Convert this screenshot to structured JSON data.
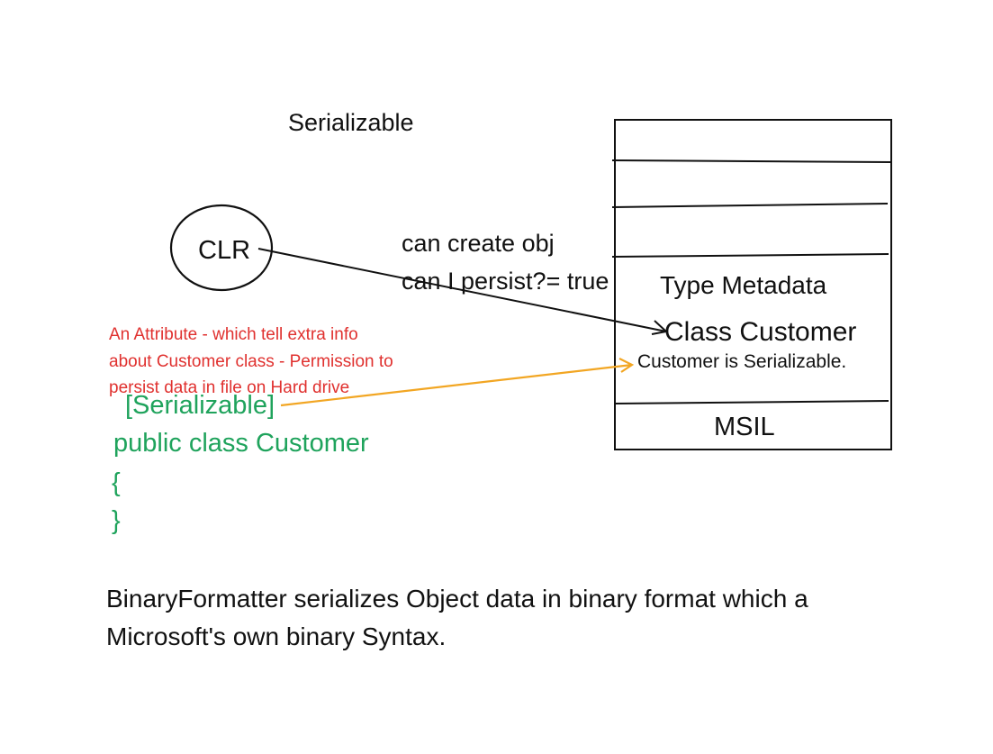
{
  "diagram": {
    "title": "Serializable",
    "clr_label": "CLR",
    "notes": [
      "can create obj",
      "can I persist?= true"
    ],
    "metadata_box": {
      "type_metadata_label": "Type Metadata",
      "class_label": "Class Customer",
      "serializable_note": "Customer is Serializable.",
      "msil_label": "MSIL"
    },
    "annotation": [
      "An Attribute - which tell extra info",
      "about Customer class - Permission to",
      "persist data in file on Hard drive"
    ],
    "code_lines": [
      "[Serializable]",
      "public class Customer",
      "{",
      "}"
    ],
    "bottom_text": [
      "BinaryFormatter serializes Object data in binary format which a",
      "Microsoft's own binary Syntax."
    ],
    "colors": {
      "ink": "#111111",
      "annotation": "#e0312f",
      "code": "#1fa35c",
      "attribute_arrow": "#f2a623"
    }
  }
}
